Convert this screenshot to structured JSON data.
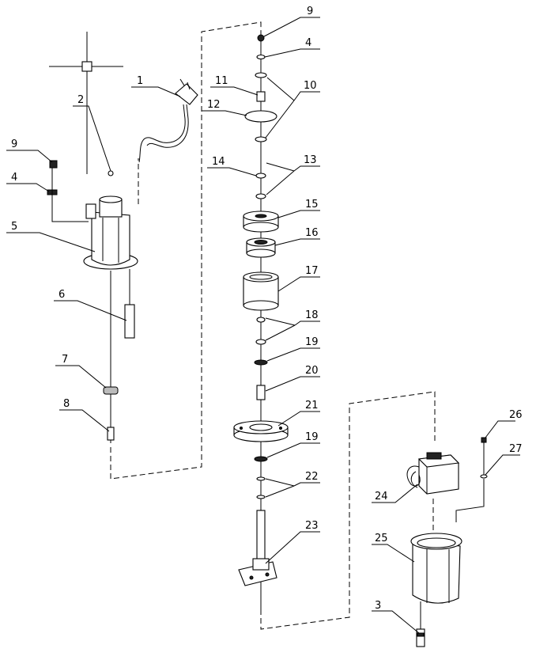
{
  "diagram": {
    "labels": [
      "1",
      "2",
      "3",
      "4",
      "4",
      "5",
      "6",
      "7",
      "8",
      "9",
      "9",
      "10",
      "11",
      "12",
      "13",
      "14",
      "15",
      "16",
      "17",
      "18",
      "19",
      "19",
      "20",
      "21",
      "22",
      "23",
      "24",
      "25",
      "26",
      "27"
    ]
  }
}
